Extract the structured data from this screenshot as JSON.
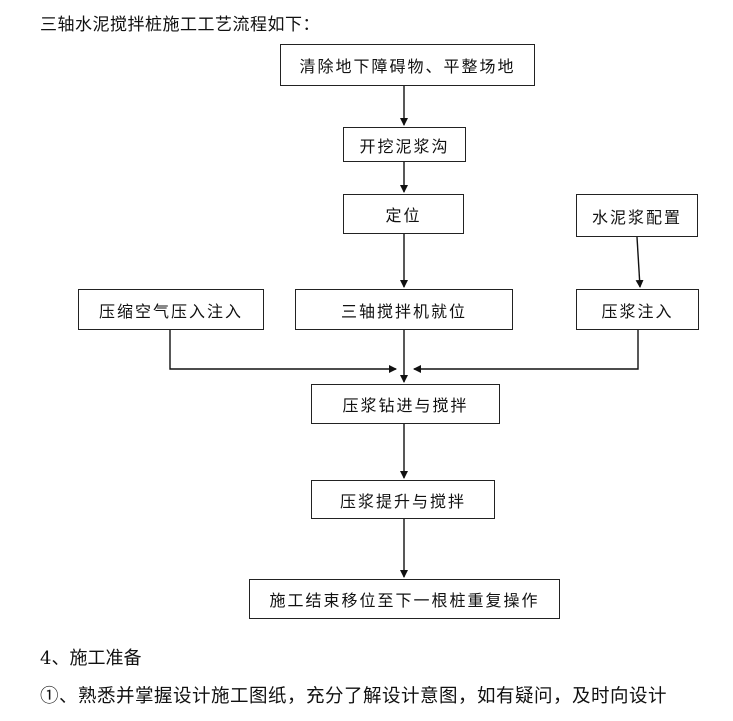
{
  "heading": "三轴水泥搅拌桩施工工艺流程如下：",
  "boxes": {
    "clear": "清除地下障碍物、平整场地",
    "trench": "开挖泥浆沟",
    "position": "定位",
    "cement": "水泥浆配置",
    "air": "压缩空气压入注入",
    "rig": "三轴搅拌机就位",
    "grout_inject": "压浆注入",
    "drill": "压浆钻进与搅拌",
    "lift": "压浆提升与搅拌",
    "finish": "施工结束移位至下一根桩重复操作"
  },
  "section_title": "4、施工准备",
  "paragraph": "①、熟悉并掌握设计施工图纸，充分了解设计意图，如有疑问，及时向设计"
}
